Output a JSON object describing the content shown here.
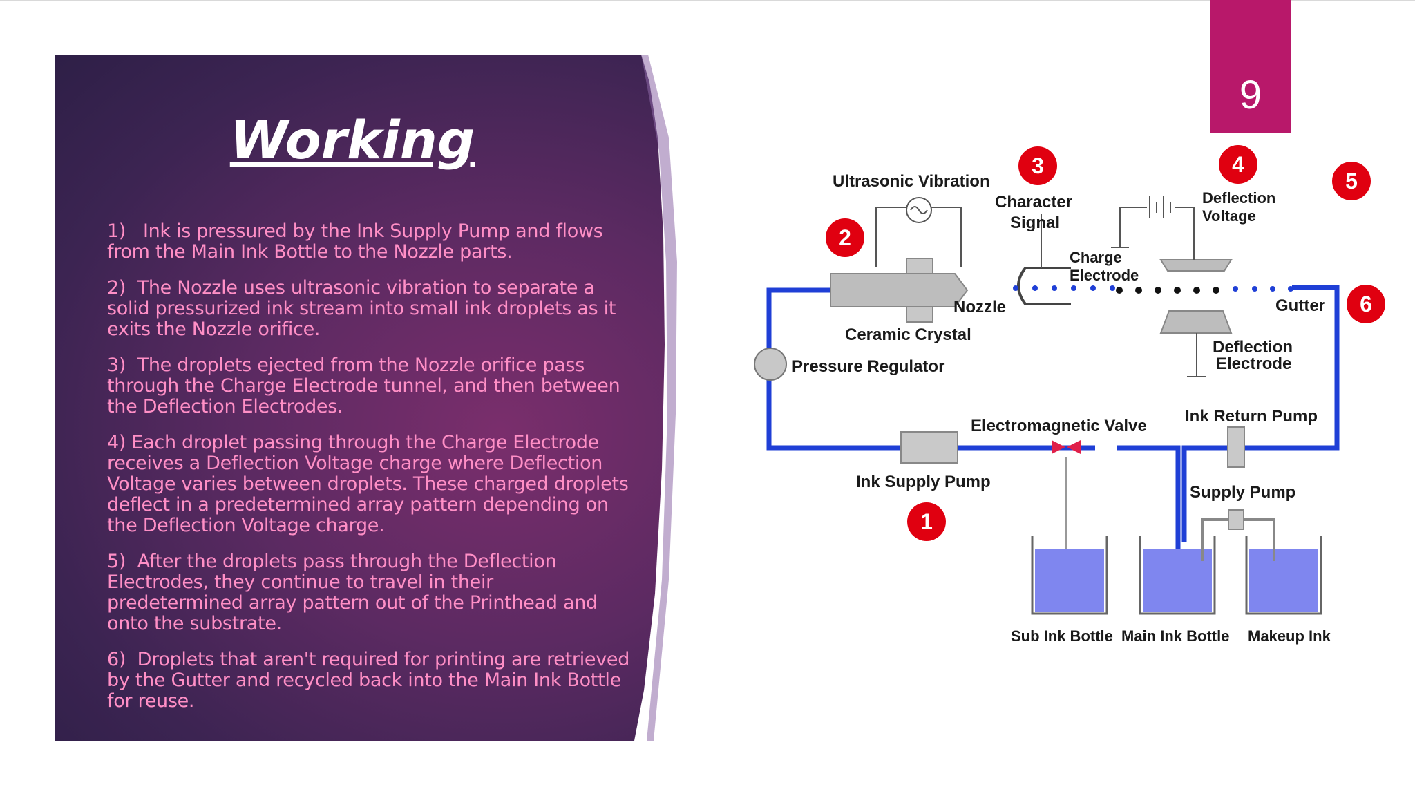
{
  "slide": {
    "number": "9",
    "title": "Working",
    "points": [
      "1)   Ink is pressured by the Ink Supply Pump and flows from the Main Ink Bottle to the Nozzle parts.",
      "2)  The Nozzle uses ultrasonic vibration to separate a solid pressurized ink stream into small ink droplets as it exits the Nozzle orifice.",
      "3)  The droplets ejected from the Nozzle orifice pass through the Charge Electrode tunnel, and then between the Deflection Electrodes.",
      "4) Each droplet passing through the Charge Electrode receives a Deflection Voltage charge where Deflection Voltage varies between droplets. These charged droplets deflect in a predetermined array pattern depending on the Deflection Voltage charge.",
      "5)  After the droplets pass through the Deflection Electrodes, they continue to travel in their predetermined array pattern out of the Printhead and onto the substrate.",
      "6)  Droplets that aren't required for printing are retrieved by the Gutter and recycled back into the Main Ink Bottle for reuse."
    ]
  },
  "diagram": {
    "labels": {
      "ultrasonic": "Ultrasonic Vibration",
      "character_signal_1": "Character",
      "character_signal_2": "Signal",
      "deflection_voltage_1": "Deflection",
      "deflection_voltage_2": "Voltage",
      "charge_electrode_1": "Charge",
      "charge_electrode_2": "Electrode",
      "nozzle": "Nozzle",
      "gutter": "Gutter",
      "ceramic": "Ceramic Crystal",
      "pressure": "Pressure Regulator",
      "deflection_electrode_1": "Deflection",
      "deflection_electrode_2": "Electrode",
      "electromagnetic": "Electromagnetic Valve",
      "ink_return": "Ink Return Pump",
      "ink_supply": "Ink Supply Pump",
      "supply_pump": "Supply Pump",
      "sub_ink": "Sub Ink Bottle",
      "main_ink": "Main Ink Bottle",
      "makeup": "Makeup Ink"
    },
    "markers": [
      "1",
      "2",
      "3",
      "4",
      "5",
      "6"
    ],
    "colors": {
      "pipe": "#1f3fd6",
      "marker": "#e00010",
      "ink": "#7f86ef"
    }
  }
}
